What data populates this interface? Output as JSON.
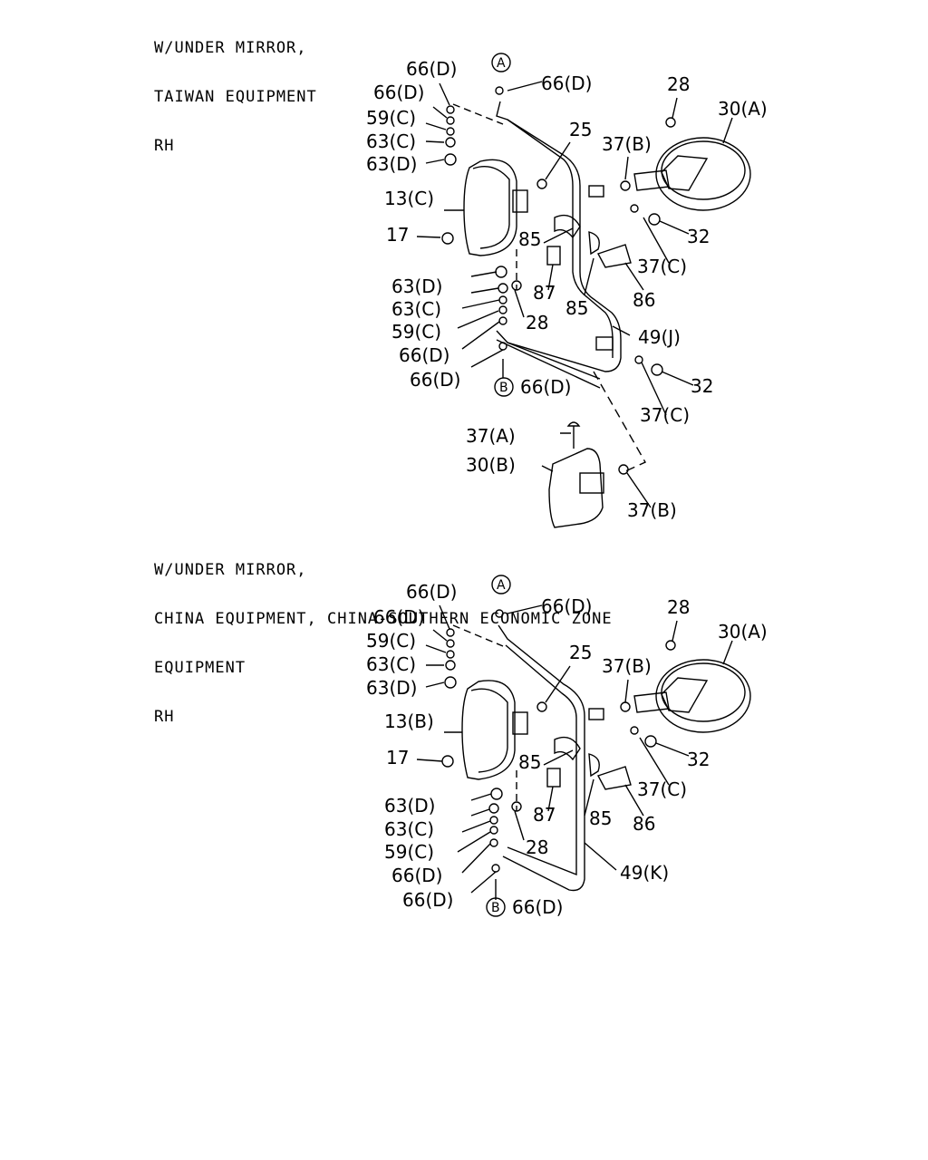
{
  "diagram1": {
    "heading": [
      "W/UNDER MIRROR,",
      "TAIWAN EQUIPMENT",
      "RH"
    ],
    "callouts": [
      "66(D)",
      "66(D)",
      "59(C)",
      "63(C)",
      "63(D)",
      "13(C)",
      "17",
      "63(D)",
      "63(C)",
      "59(C)",
      "66(D)",
      "66(D)",
      "66(D)",
      "66(D)",
      "25",
      "28",
      "30(A)",
      "37(B)",
      "32",
      "85",
      "37(C)",
      "87",
      "86",
      "85",
      "28",
      "49(J)",
      "32",
      "37(C)",
      "37(A)",
      "30(B)",
      "37(B)"
    ],
    "circle_markers": [
      "A",
      "B"
    ]
  },
  "diagram2": {
    "heading": [
      "W/UNDER MIRROR,",
      "CHINA EQUIPMENT, CHINA-SOUTHERN ECONOMIC ZONE",
      "EQUIPMENT",
      "RH"
    ],
    "callouts": [
      "66(D)",
      "66(D)",
      "59(C)",
      "63(C)",
      "63(D)",
      "13(B)",
      "17",
      "63(D)",
      "63(C)",
      "59(C)",
      "66(D)",
      "66(D)",
      "66(D)",
      "66(D)",
      "25",
      "28",
      "30(A)",
      "37(B)",
      "32",
      "85",
      "37(C)",
      "87",
      "86",
      "85",
      "28",
      "49(K)"
    ],
    "circle_markers": [
      "A",
      "B"
    ]
  }
}
